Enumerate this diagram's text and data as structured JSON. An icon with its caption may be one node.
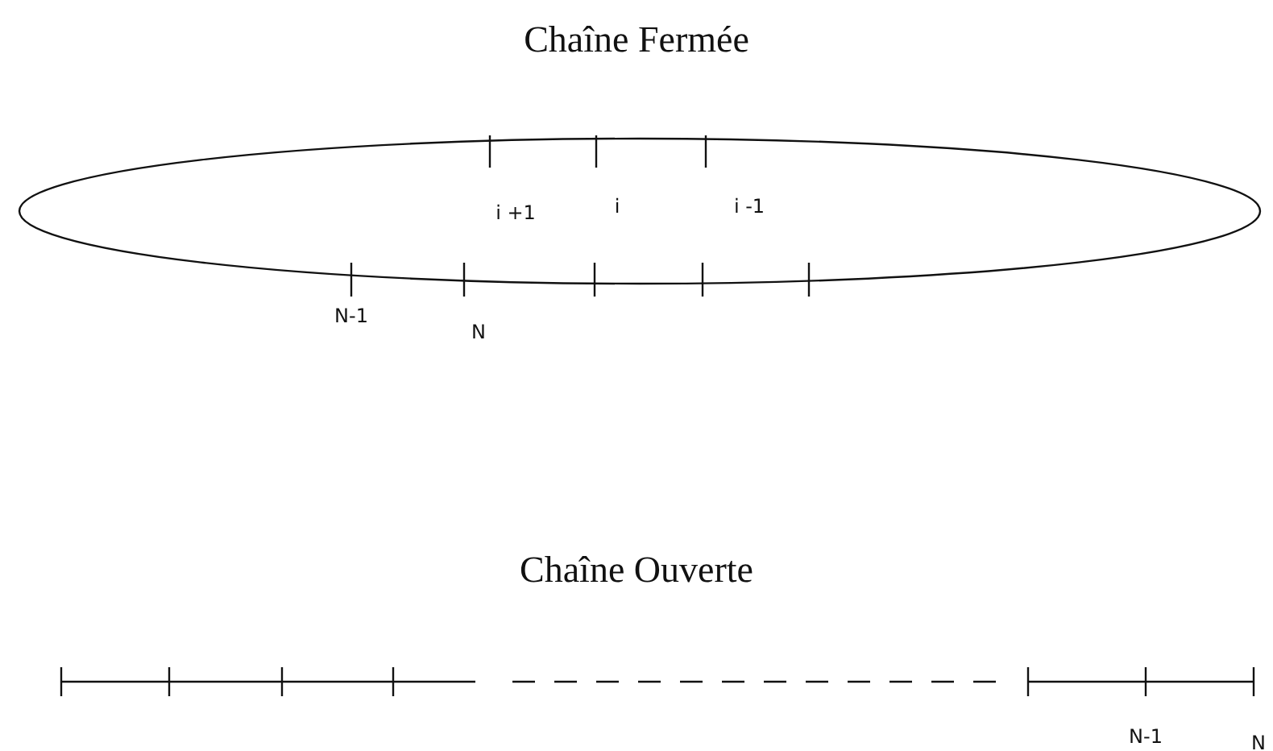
{
  "diagram": {
    "labels": [
      "Chaîne Fermée",
      "i +1",
      "i",
      "i -1",
      "N-1",
      "N",
      "Chaîne Ouverte",
      "N-1",
      "N"
    ]
  }
}
